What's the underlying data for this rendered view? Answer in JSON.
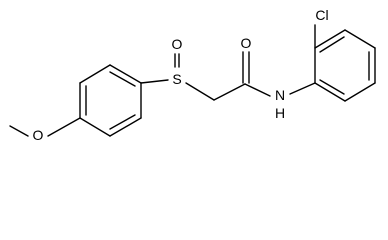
{
  "molecule": {
    "atoms": {
      "oxygen_sulfinyl": "O",
      "sulfur": "S",
      "oxygen_carbonyl": "O",
      "nitrogen": "N",
      "hydrogen_amide": "H",
      "chlorine": "Cl",
      "oxygen_methoxy": "O"
    }
  }
}
